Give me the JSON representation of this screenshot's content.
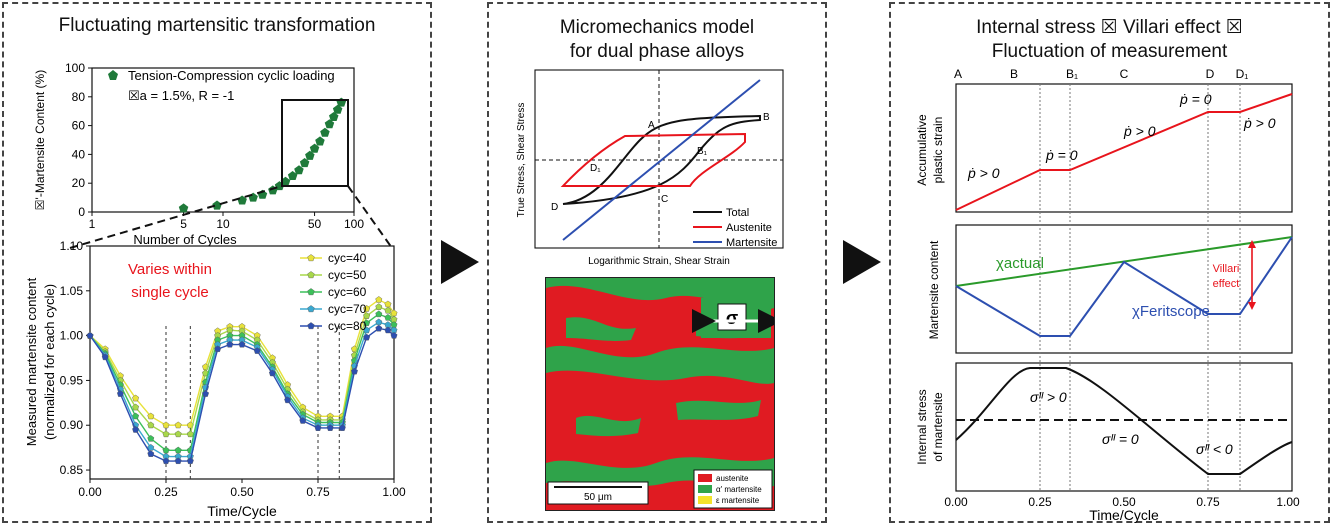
{
  "panels": {
    "left_title": "Fluctuating martensitic transformation",
    "middle_title_1": "Micromechanics model",
    "middle_title_2": "for dual phase alloys",
    "right_title_1": "Internal stress ☒  Villari effect ☒",
    "right_title_2": "Fluctuation of measurement"
  },
  "colors": {
    "green_marker": "#1f7a3a",
    "red": "#e8141c",
    "blue": "#2d4fb0",
    "black": "#111111",
    "grn_line": "#2a9a2a"
  },
  "top_left": {
    "ylabel": "☒'-Martensite Content (%)",
    "xlabel": "Number of Cycles",
    "legend_label": "Tension-Compression cyclic loading",
    "legend_sub": "☒a = 1.5%, R = -1",
    "yticks": [
      "0",
      "20",
      "40",
      "60",
      "80",
      "100"
    ],
    "xticks": [
      "1",
      "5",
      "10",
      "50",
      "100"
    ]
  },
  "bottom_left": {
    "ylabel_1": "Measured martensite content",
    "ylabel_2": "(normalized for each cycle)",
    "xlabel": "Time/Cycle",
    "annotation_1": "Varies within",
    "annotation_2": "single cycle",
    "yticks": [
      "0.85",
      "0.90",
      "0.95",
      "1.00",
      "1.05",
      "1.10"
    ],
    "xticks": [
      "0.00",
      "0.25",
      "0.50",
      "0.75",
      "1.00"
    ]
  },
  "middle": {
    "ylabel": "True Stress, Shear Stress",
    "xlabel": "Logarithmic Strain, Shear Strain",
    "point_A": "A",
    "point_B": "B",
    "point_B1": "B₁",
    "point_C": "C",
    "point_D": "D",
    "point_D1": "D₁",
    "legend": [
      "Total",
      "Austenite",
      "Martensite"
    ],
    "sigma": "σ",
    "scalebar": "50 μm",
    "map_legend": [
      "austenite",
      "α' martensite",
      "ε martensite"
    ]
  },
  "right": {
    "phase_labels": [
      "A",
      "B",
      "B₁",
      "C",
      "D",
      "D₁"
    ],
    "ylabel_top_1": "Accumulative",
    "ylabel_top_2": "plastic strain",
    "ylabel_mid": "Martensite content",
    "ylabel_bot_1": "Internal stress",
    "ylabel_bot_2": "of martensite",
    "pdot_gt": "ṗ  >  0",
    "pdot_eq": "ṗ  = 0",
    "chi_actual": "χactual",
    "chi_ferit": "χFeritscope",
    "villari_1": "Villari",
    "villari_2": "effect",
    "sig_gt": "σᴵᴵ  >  0",
    "sig_eq": "σᴵᴵ  =  0",
    "sig_lt": "σᴵᴵ  <  0",
    "xlabel": "Time/Cycle",
    "xticks": [
      "0.00",
      "0.25",
      "0.50",
      "0.75",
      "1.00"
    ]
  },
  "chart_data": [
    {
      "type": "scatter",
      "x": [
        5,
        9,
        14,
        17,
        20,
        24,
        27,
        30,
        34,
        38,
        42,
        46,
        50,
        55,
        60,
        65,
        70,
        75,
        80
      ],
      "y": [
        2.5,
        4.5,
        8,
        10,
        12,
        15,
        18,
        21,
        25,
        29,
        34,
        39,
        44,
        49,
        55,
        61,
        66,
        71,
        76
      ],
      "xlim": [
        1,
        100
      ],
      "ylim": [
        0,
        100
      ]
    },
    {
      "type": "line",
      "x": [
        0,
        0.05,
        0.1,
        0.15,
        0.2,
        0.25,
        0.29,
        0.33,
        0.38,
        0.42,
        0.46,
        0.5,
        0.55,
        0.6,
        0.65,
        0.7,
        0.75,
        0.79,
        0.83,
        0.87,
        0.91,
        0.95,
        0.98,
        1.0
      ],
      "series": [
        {
          "name": "cyc=40",
          "values": [
            1.0,
            0.985,
            0.955,
            0.93,
            0.91,
            0.9,
            0.9,
            0.9,
            0.965,
            1.005,
            1.01,
            1.01,
            1.0,
            0.975,
            0.945,
            0.92,
            0.91,
            0.91,
            0.91,
            0.985,
            1.03,
            1.04,
            1.035,
            1.025
          ]
        },
        {
          "name": "cyc=50",
          "values": [
            1.0,
            0.982,
            0.95,
            0.92,
            0.9,
            0.89,
            0.89,
            0.89,
            0.958,
            1.0,
            1.006,
            1.005,
            0.995,
            0.97,
            0.94,
            0.915,
            0.906,
            0.906,
            0.906,
            0.978,
            1.022,
            1.032,
            1.028,
            1.018
          ]
        },
        {
          "name": "cyc=60",
          "values": [
            1.0,
            0.98,
            0.945,
            0.91,
            0.885,
            0.872,
            0.872,
            0.872,
            0.948,
            0.995,
            1.0,
            1.0,
            0.99,
            0.965,
            0.935,
            0.912,
            0.903,
            0.903,
            0.903,
            0.972,
            1.014,
            1.024,
            1.02,
            1.012
          ]
        },
        {
          "name": "cyc=70",
          "values": [
            1.0,
            0.978,
            0.94,
            0.9,
            0.875,
            0.865,
            0.865,
            0.865,
            0.942,
            0.99,
            0.995,
            0.995,
            0.987,
            0.962,
            0.932,
            0.908,
            0.9,
            0.9,
            0.9,
            0.966,
            1.006,
            1.015,
            1.012,
            1.006
          ]
        },
        {
          "name": "cyc=80",
          "values": [
            1.0,
            0.976,
            0.935,
            0.895,
            0.868,
            0.86,
            0.86,
            0.86,
            0.935,
            0.985,
            0.99,
            0.99,
            0.983,
            0.958,
            0.928,
            0.905,
            0.897,
            0.897,
            0.897,
            0.96,
            0.998,
            1.008,
            1.006,
            1.0
          ]
        }
      ],
      "series_colors": [
        "#e8e23a",
        "#a8d84a",
        "#3cc05a",
        "#3aa8d0",
        "#2d4fb0"
      ],
      "xlim": [
        0,
        1.0
      ],
      "ylim": [
        0.84,
        1.1
      ]
    }
  ]
}
